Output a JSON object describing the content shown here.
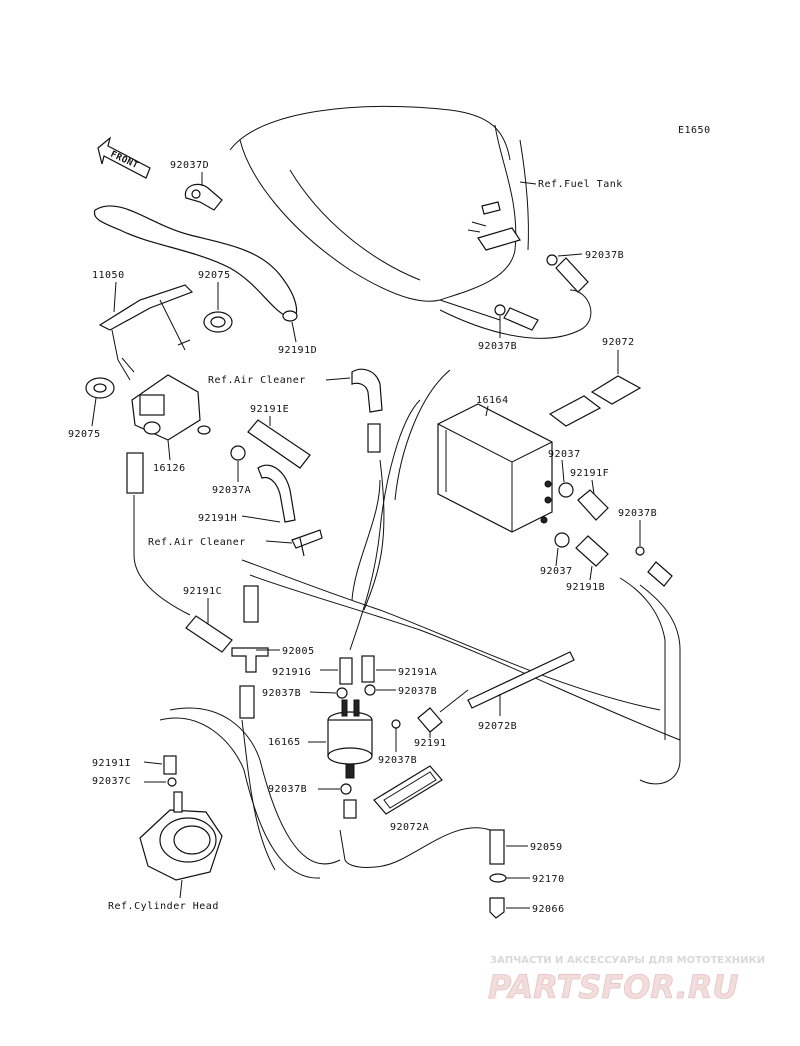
{
  "diagram_code": "E1650",
  "front_label": "FRONT",
  "refs": {
    "fuel_tank": "Ref.Fuel Tank",
    "air_cleaner_1": "Ref.Air Cleaner",
    "air_cleaner_2": "Ref.Air Cleaner",
    "cylinder_head": "Ref.Cylinder Head"
  },
  "parts": {
    "p92037D": "92037D",
    "p11050": "11050",
    "p92075_top": "92075",
    "p92075_left": "92075",
    "p92191D": "92191D",
    "p16126": "16126",
    "p92191E": "92191E",
    "p92037A": "92037A",
    "p92191H": "92191H",
    "p92037B_tank": "92037B",
    "p92037B_mid": "92037B",
    "p92072": "92072",
    "p16164": "16164",
    "p92037_top": "92037",
    "p92191F": "92191F",
    "p92037B_right": "92037B",
    "p92037_bot": "92037",
    "p92191B": "92191B",
    "p92191C": "92191C",
    "p92005": "92005",
    "p92191G": "92191G",
    "p92191A": "92191A",
    "p92037B_l1": "92037B",
    "p92037B_r1": "92037B",
    "p16165": "16165",
    "p92191": "92191",
    "p92037B_r2": "92037B",
    "p92037B_l2": "92037B",
    "p92072B": "92072B",
    "p92072A": "92072A",
    "p92191I": "92191I",
    "p92037C": "92037C",
    "p92059": "92059",
    "p92170": "92170",
    "p92066": "92066"
  },
  "watermark": {
    "top_text": "ЗАПЧАСТИ И АКСЕССУАРЫ ДЛЯ МОТОТЕХНИКИ",
    "logo_text": "PARTSFOR.RU"
  }
}
